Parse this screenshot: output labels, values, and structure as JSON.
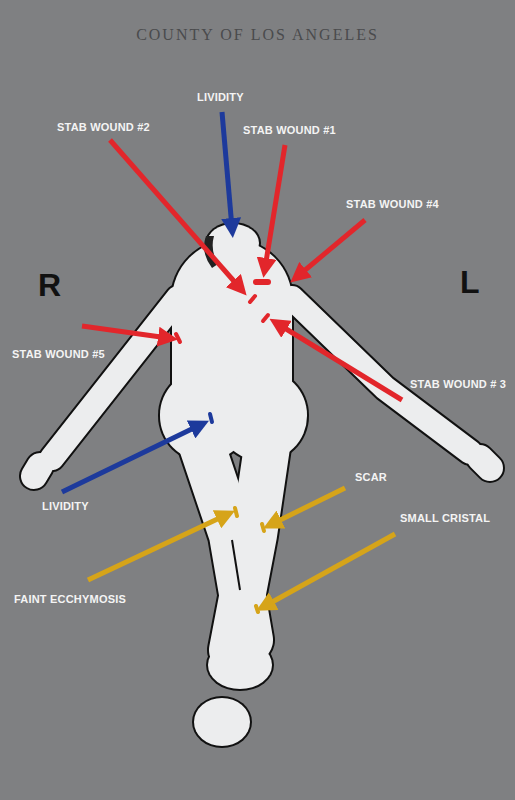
{
  "diagram": {
    "title": "COUNTY OF LOS ANGELES",
    "labels": [
      "LIVIDITY",
      "STAB WOUND #2",
      "STAB WOUND #1",
      "STAB WOUND #4",
      "R",
      "L",
      "STAB WOUND #5",
      "STAB WOUND # 3",
      "LIVIDITY",
      "SCAR",
      "SMALL CRISTAL",
      "FAINT ECCHYMOSIS"
    ]
  }
}
